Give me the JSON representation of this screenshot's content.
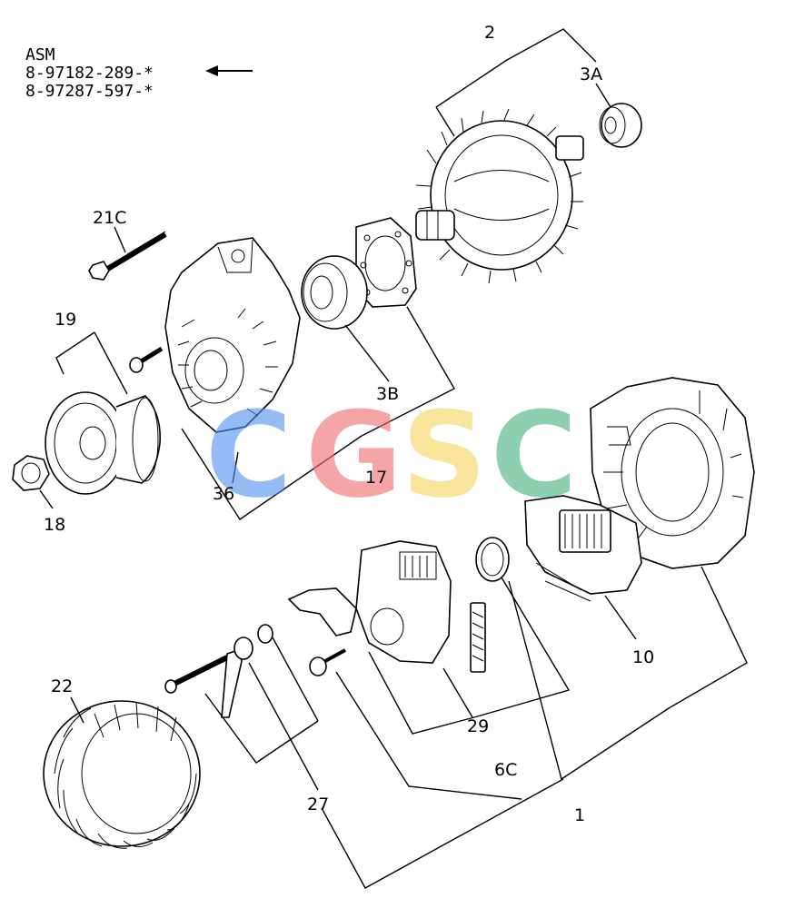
{
  "header": {
    "asm_title": "ASM",
    "part_numbers": [
      "8-97182-289-*",
      "8-97287-597-*"
    ]
  },
  "labels": {
    "l2": "2",
    "l3a": "3A",
    "l21c": "21C",
    "l19": "19",
    "l3b": "3B",
    "l18": "18",
    "l36": "36",
    "l17": "17",
    "l10": "10",
    "l22": "22",
    "l29": "29",
    "l6c": "6C",
    "l27": "27",
    "l1": "1"
  },
  "watermark": {
    "letters": [
      "C",
      "G",
      "S",
      "C"
    ],
    "colors": [
      "#4f8ff0",
      "#ef6b6b",
      "#f6d35a",
      "#43b07d"
    ]
  }
}
